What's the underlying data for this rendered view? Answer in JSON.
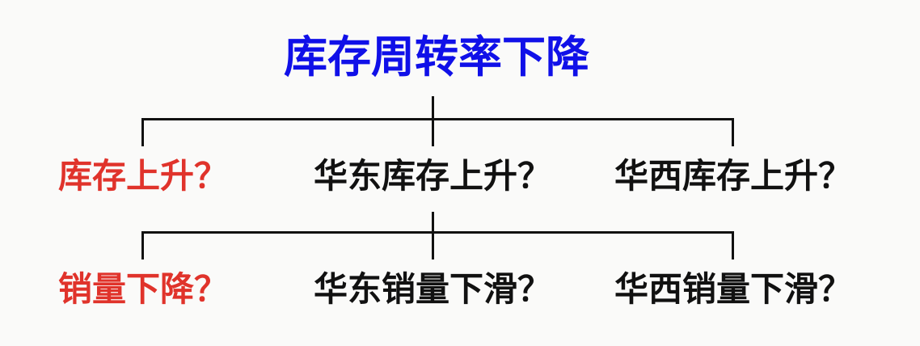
{
  "title": {
    "text": "库存周转率下降",
    "color": "#1010e8"
  },
  "levels": [
    {
      "category": {
        "text": "库存上升？",
        "color": "#e0332b"
      },
      "branches": [
        {
          "text": "华东库存上升？",
          "color": "#111111"
        },
        {
          "text": "华西库存上升？",
          "color": "#111111"
        }
      ]
    },
    {
      "category": {
        "text": "销量下降？",
        "color": "#e0332b"
      },
      "branches": [
        {
          "text": "华东销量下滑？",
          "color": "#111111"
        },
        {
          "text": "华西销量下滑？",
          "color": "#111111"
        }
      ]
    }
  ]
}
